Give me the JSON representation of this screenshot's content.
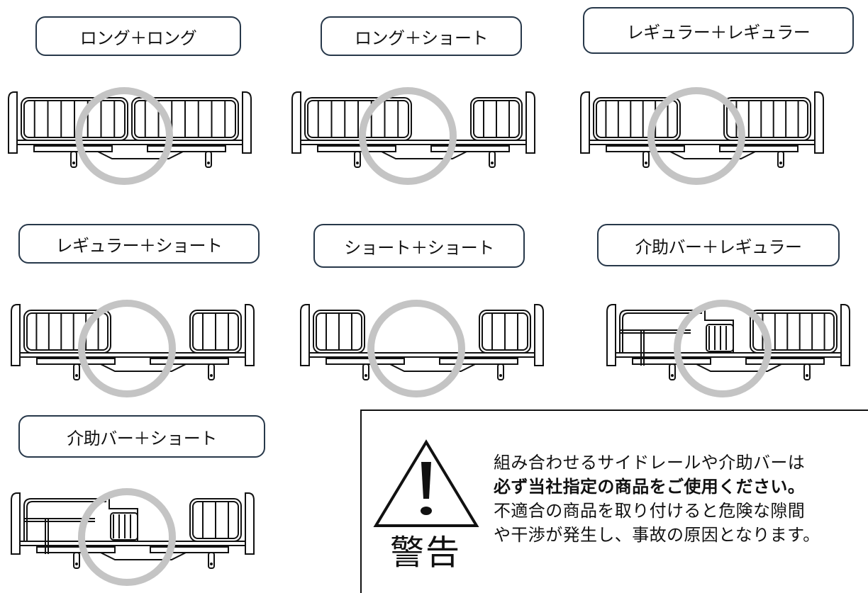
{
  "combinations": [
    {
      "label": "ロング＋ロング",
      "left_rail": "long",
      "right_rail": "long"
    },
    {
      "label": "ロング＋ショート",
      "left_rail": "long",
      "right_rail": "short"
    },
    {
      "label": "レギュラー＋レギュラー",
      "left_rail": "regular",
      "right_rail": "regular"
    },
    {
      "label": "レギュラー＋ショート",
      "left_rail": "regular",
      "right_rail": "short"
    },
    {
      "label": "ショート＋ショート",
      "left_rail": "short",
      "right_rail": "short"
    },
    {
      "label": "介助バー＋レギュラー",
      "left_rail": "assist-bar",
      "right_rail": "regular"
    },
    {
      "label": "介助バー＋ショート",
      "left_rail": "assist-bar",
      "right_rail": "short"
    }
  ],
  "warning": {
    "heading": "警告",
    "lines": [
      "組み合わせるサイドレールや介助バーは",
      "必ず当社指定の商品をご使用ください。",
      "不適合の商品を取り付けると危険な隙間",
      "や干渉が発生し、事故の原因となります。"
    ],
    "bold_line_index": 1
  },
  "colors": {
    "label_border": "#27384a",
    "highlight_circle": "#c4c4c4",
    "line_art": "#111111"
  }
}
